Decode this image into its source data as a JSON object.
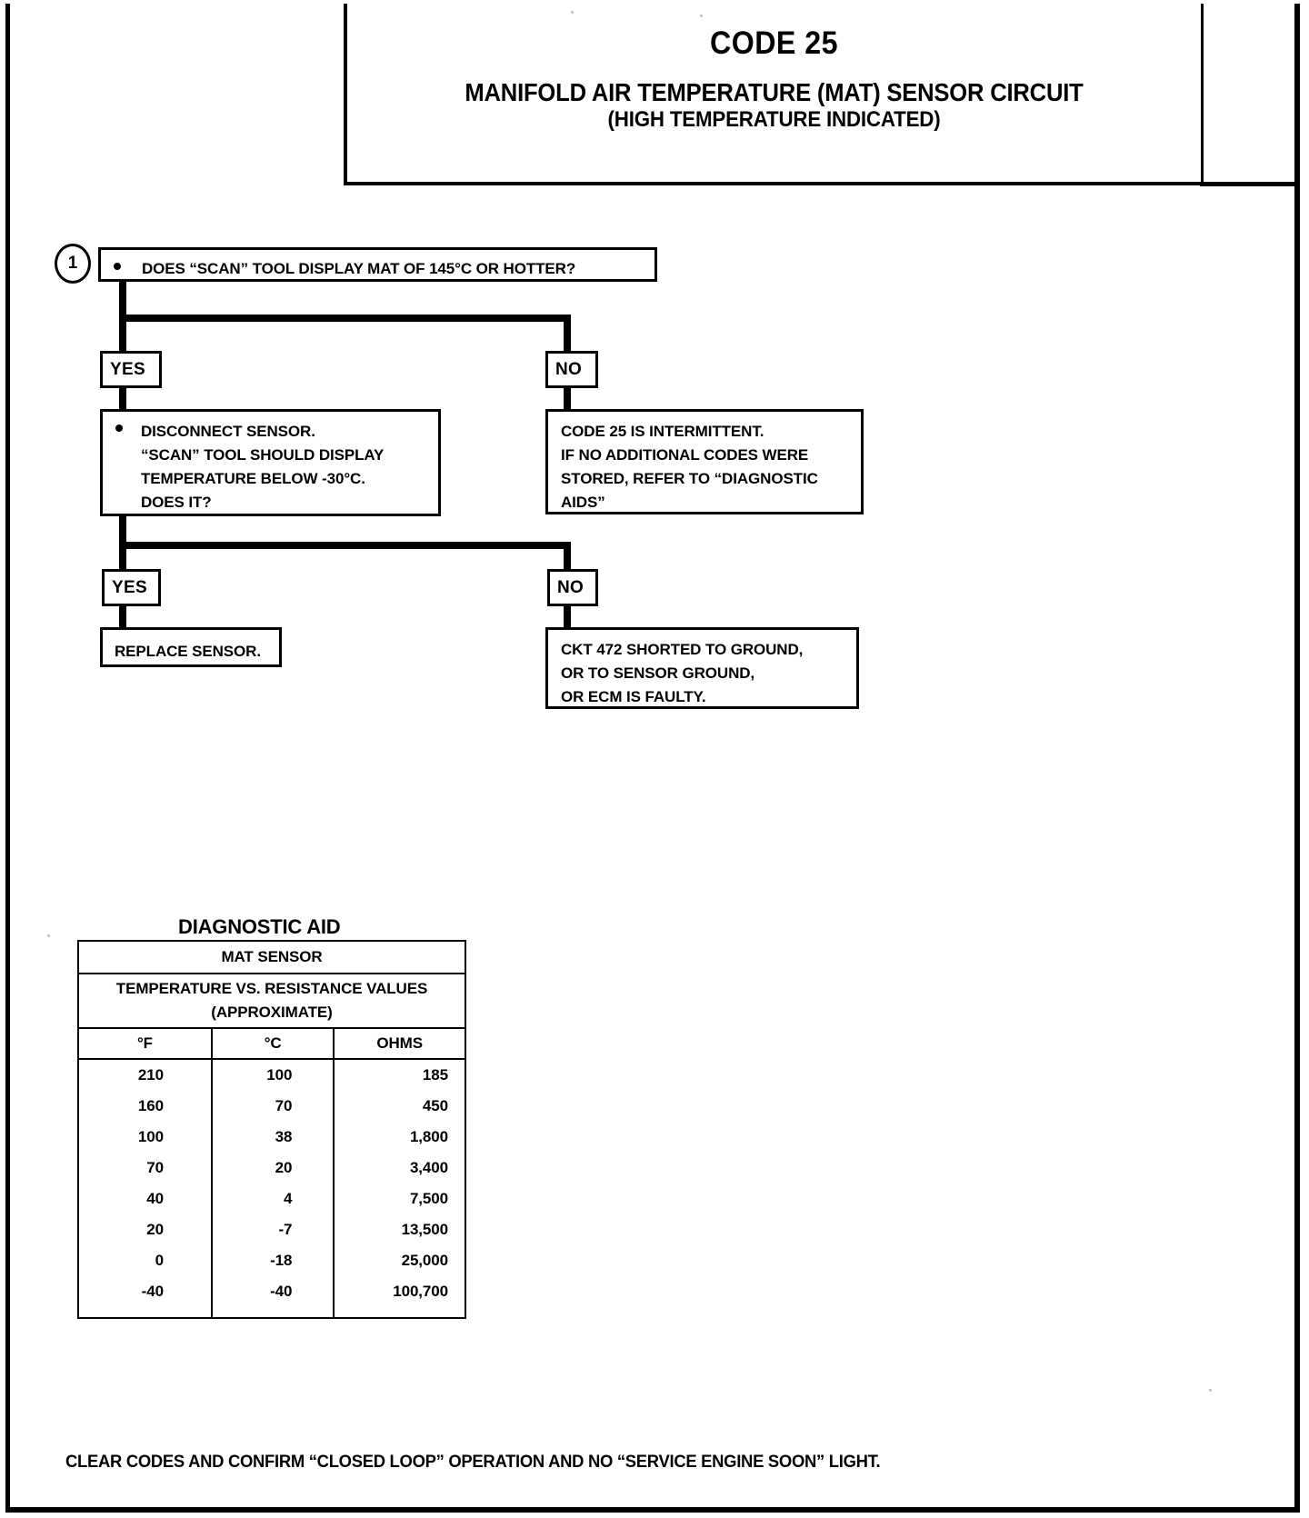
{
  "page": {
    "header": {
      "code_title": "CODE 25",
      "circuit_title": "MANIFOLD AIR TEMPERATURE (MAT) SENSOR CIRCUIT",
      "circuit_subtitle": "(HIGH TEMPERATURE INDICATED)"
    },
    "footer_note": "CLEAR CODES AND CONFIRM “CLOSED LOOP”  OPERATION AND NO “SERVICE ENGINE SOON” LIGHT."
  },
  "flowchart": {
    "step1": {
      "number": "1",
      "line1": "DOES “SCAN” TOOL DISPLAY MAT OF 145°C OR HOTTER?"
    },
    "branch1": {
      "yes_label": "YES",
      "no_label": "NO"
    },
    "step2_yes": {
      "line1": "DISCONNECT SENSOR.",
      "line2": "“SCAN” TOOL SHOULD DISPLAY",
      "line3": "TEMPERATURE BELOW -30°C.",
      "line4": "DOES IT?"
    },
    "step2_no": {
      "line1": "CODE 25 IS INTERMITTENT.",
      "line2": "IF NO ADDITIONAL CODES WERE",
      "line3": "STORED, REFER TO  “DIAGNOSTIC",
      "line4": "AIDS”"
    },
    "branch2": {
      "yes_label": "YES",
      "no_label": "NO"
    },
    "result_yes": {
      "line1": "REPLACE SENSOR."
    },
    "result_no": {
      "line1": "CKT 472  SHORTED TO GROUND,",
      "line2": "OR TO SENSOR GROUND,",
      "line3": "OR ECM IS FAULTY."
    }
  },
  "diagnostic_aid": {
    "title": "DIAGNOSTIC AID",
    "sensor_header": "MAT SENSOR",
    "table_header_line1": "TEMPERATURE VS. RESISTANCE VALUES",
    "table_header_line2": "(APPROXIMATE)",
    "columns": [
      "°F",
      "°C",
      "OHMS"
    ],
    "rows": [
      [
        "210",
        "100",
        "185"
      ],
      [
        "160",
        "70",
        "450"
      ],
      [
        "100",
        "38",
        "1,800"
      ],
      [
        "70",
        "20",
        "3,400"
      ],
      [
        "40",
        "4",
        "7,500"
      ],
      [
        "20",
        "-7",
        "13,500"
      ],
      [
        "0",
        "-18",
        "25,000"
      ],
      [
        "-40",
        "-40",
        "100,700"
      ]
    ]
  },
  "colors": {
    "ink": "#000000",
    "paper": "#ffffff"
  }
}
